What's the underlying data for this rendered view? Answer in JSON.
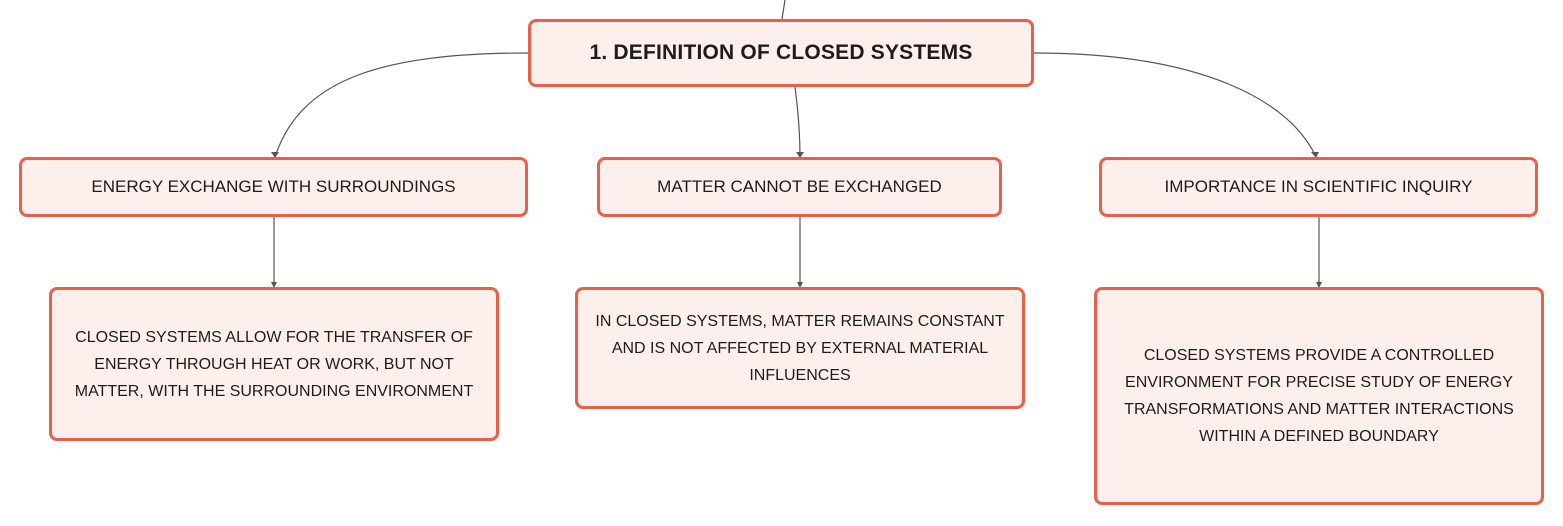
{
  "colors": {
    "node_fill": "#fdf0ec",
    "node_border": "#e8604a",
    "connector": "#555555"
  },
  "root": {
    "title": "1. DEFINITION OF CLOSED SYSTEMS"
  },
  "branches": [
    {
      "label": "ENERGY EXCHANGE WITH SURROUNDINGS",
      "detail": "CLOSED SYSTEMS ALLOW FOR THE TRANSFER OF ENERGY THROUGH HEAT OR WORK, BUT NOT MATTER, WITH THE SURROUNDING ENVIRONMENT"
    },
    {
      "label": "MATTER CANNOT BE EXCHANGED",
      "detail": "IN CLOSED SYSTEMS, MATTER REMAINS CONSTANT AND IS NOT AFFECTED BY EXTERNAL MATERIAL INFLUENCES"
    },
    {
      "label": "IMPORTANCE IN SCIENTIFIC INQUIRY",
      "detail": "CLOSED SYSTEMS PROVIDE A CONTROLLED ENVIRONMENT FOR PRECISE STUDY OF ENERGY TRANSFORMATIONS AND MATTER INTERACTIONS WITHIN A DEFINED BOUNDARY"
    }
  ]
}
